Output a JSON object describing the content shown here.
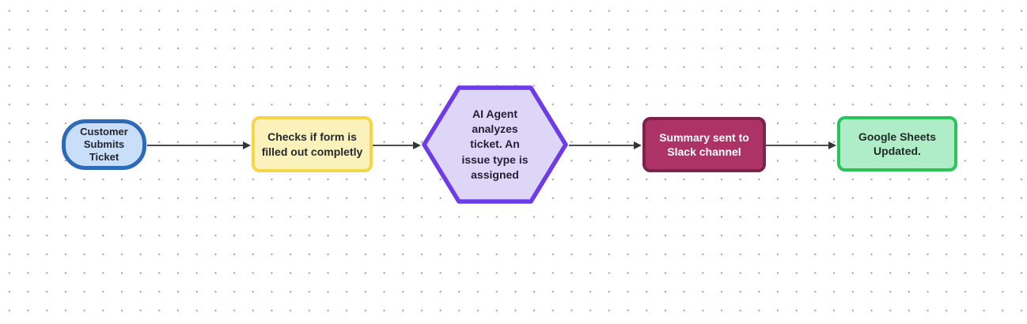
{
  "canvas": {
    "background_color": "#ffffff",
    "dot_grid_color": "#a4a4ab",
    "connector_color": "#4c4d50",
    "arrowhead_color": "#333438"
  },
  "diagram": {
    "type": "flowchart",
    "direction": "left-to-right"
  },
  "nodes": [
    {
      "id": "customer-submits-ticket",
      "shape": "stadium",
      "label": "Customer\nSubmits\nTicket",
      "fill": "#c9def8",
      "stroke": "#2d6ab8",
      "text_color": "#23262e"
    },
    {
      "id": "checks-form-filled",
      "shape": "rectangle",
      "label": "Checks if form is\nfilled out completly",
      "fill": "#fbf2bb",
      "stroke": "#f6d547",
      "text_color": "#25282e"
    },
    {
      "id": "ai-agent-analyzes",
      "shape": "hexagon",
      "label": "AI Agent\nanalyzes\nticket. An\nissue type is\nassigned",
      "fill": "#ddd6f7",
      "stroke": "#6d3be8",
      "text_color": "#241f33"
    },
    {
      "id": "summary-sent-slack",
      "shape": "rectangle",
      "label": "Summary sent to\nSlack channel",
      "fill": "#ad3367",
      "stroke": "#7d2249",
      "text_color": "#ffffff"
    },
    {
      "id": "google-sheets-updated",
      "shape": "rectangle",
      "label": "Google Sheets\nUpdated.",
      "fill": "#afecc8",
      "stroke": "#29c45b",
      "text_color": "#1f2a24"
    }
  ],
  "edges": [
    {
      "from": "customer-submits-ticket",
      "to": "checks-form-filled"
    },
    {
      "from": "checks-form-filled",
      "to": "ai-agent-analyzes"
    },
    {
      "from": "ai-agent-analyzes",
      "to": "summary-sent-slack"
    },
    {
      "from": "summary-sent-slack",
      "to": "google-sheets-updated"
    }
  ]
}
